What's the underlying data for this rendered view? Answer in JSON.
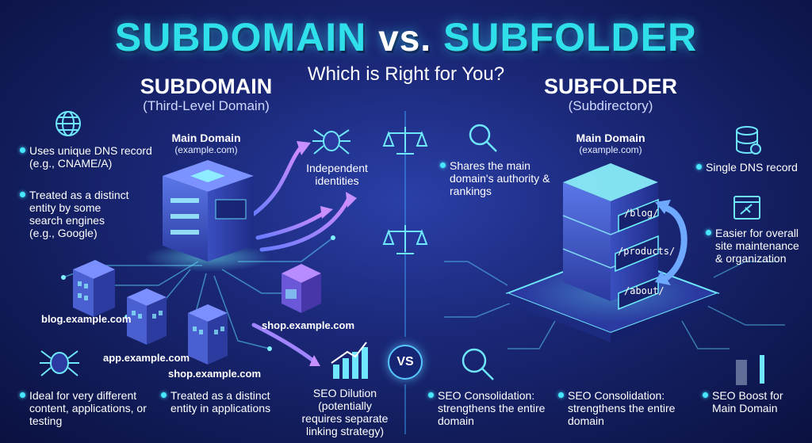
{
  "title": {
    "left": "SUBDOMAIN",
    "vs": "vs.",
    "right": "SUBFOLDER"
  },
  "subtitle": "Which is Right for You?",
  "subdomain": {
    "heading": "SUBDOMAIN",
    "subheading": "(Third-Level Domain)",
    "main_domain_label": "Main Domain",
    "main_domain_url": "(example.com)",
    "point_dns": "Uses unique DNS record (e.g., CNAME/A)",
    "point_distinct": "Treated as a distinct entity by some search engines (e.g., Google)",
    "point_identities": "Independent identities",
    "point_ideal": "Ideal for very different content, applications, or testing",
    "point_apps": "Treated as a distinct entity in applications",
    "point_dilution": "SEO Dilution (potentially requires separate linking strategy)",
    "building_labels": [
      "blog.example.com",
      "app.example.com",
      "shop.example.com",
      "shop.example.com"
    ]
  },
  "subfolder": {
    "heading": "SUBFOLDER",
    "subheading": "(Subdirectory)",
    "main_domain_label": "Main Domain",
    "main_domain_url": "(example.com)",
    "point_authority": "Shares the main domain's authority & rankings",
    "point_dns": "Single DNS record",
    "point_maintenance": "Easier for overall site maintenance & organization",
    "point_consolidation_1": "SEO Consolidation: strengthens the entire domain",
    "point_consolidation_2": "SEO Consolidation: strengthens the entire domain",
    "point_boost": "SEO Boost for Main Domain",
    "paths": [
      "/blog/",
      "/products/",
      "/about/"
    ]
  },
  "vs_badge": "VS",
  "colors": {
    "title": "#2fe0ea",
    "accent": "#49e6ff",
    "background": "#1b2878",
    "arrow": "#b07cff"
  },
  "icons": [
    "globe-icon",
    "spider-icon",
    "scales-icon",
    "growth-chart-icon",
    "search-icon",
    "database-icon",
    "settings-window-icon",
    "server-icon",
    "building-icon",
    "store-icon"
  ]
}
